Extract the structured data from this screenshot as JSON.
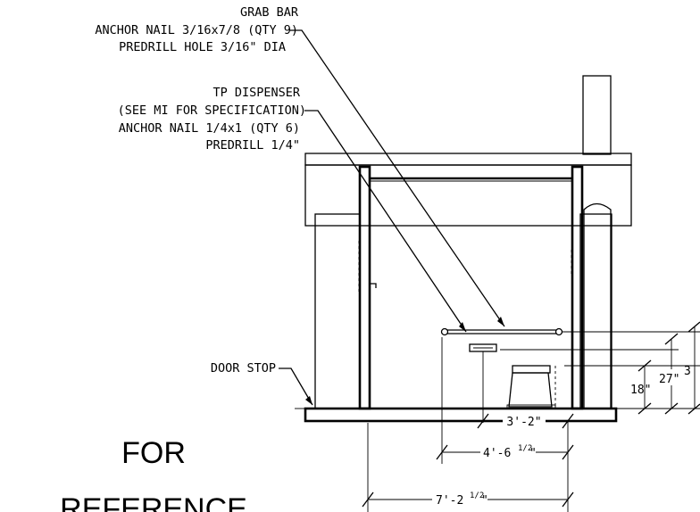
{
  "notes": {
    "grab_bar": {
      "line1": "GRAB BAR",
      "line2": "ANCHOR NAIL 3/16x7/8 (QTY 9)",
      "line3": "PREDRILL HOLE 3/16\" DIA"
    },
    "tp_dispenser": {
      "line1": "TP DISPENSER",
      "line2": "(SEE MI FOR SPECIFICATION)",
      "line3": "ANCHOR NAIL 1/4x1 (QTY 6)",
      "line4": "PREDRILL 1/4\""
    },
    "door_stop": "DOOR STOP"
  },
  "dimensions": {
    "d1": "3'-2\"",
    "d2_whole": "4'-6",
    "d2_frac": "1/2",
    "d3_whole": "7'-2",
    "d3_frac": "1/2",
    "h1": "18\"",
    "h2": "27\"",
    "h3": "3"
  },
  "stamp": {
    "line1": "FOR",
    "line2": "REFERENCE"
  }
}
